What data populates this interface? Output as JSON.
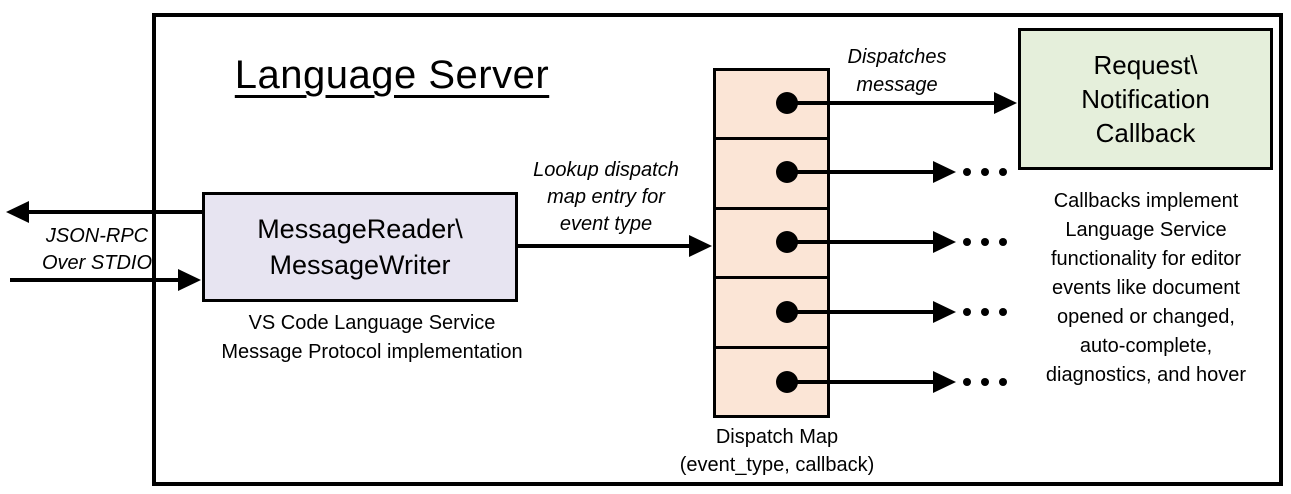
{
  "diagram": {
    "title": "Language Server"
  },
  "reader": {
    "line1": "MessageReader\\",
    "line2": "MessageWriter",
    "caption_line1": "VS Code Language Service",
    "caption_line2": "Message Protocol implementation",
    "fill": "#e7e4f1"
  },
  "stdio": {
    "line1": "JSON-RPC",
    "line2": "Over STDIO"
  },
  "lookup": {
    "line1": "Lookup dispatch",
    "line2": "map entry for",
    "line3": "event type"
  },
  "dispatches": {
    "line1": "Dispatches",
    "line2": "message"
  },
  "dispatch_map": {
    "fill": "#fbe5d6",
    "row_count": 5,
    "label_line1": "Dispatch Map",
    "label_line2": "(event_type, callback)"
  },
  "callback": {
    "line1": "Request\\",
    "line2": "Notification",
    "line3": "Callback",
    "fill": "#e5efdb",
    "note_lines": [
      "Callbacks implement",
      "Language Service",
      "functionality for editor",
      "events like document",
      "opened or changed,",
      "auto-complete,",
      "diagnostics, and hover"
    ]
  },
  "icons": {
    "ellipsis": "...",
    "line_color": "#000000"
  }
}
